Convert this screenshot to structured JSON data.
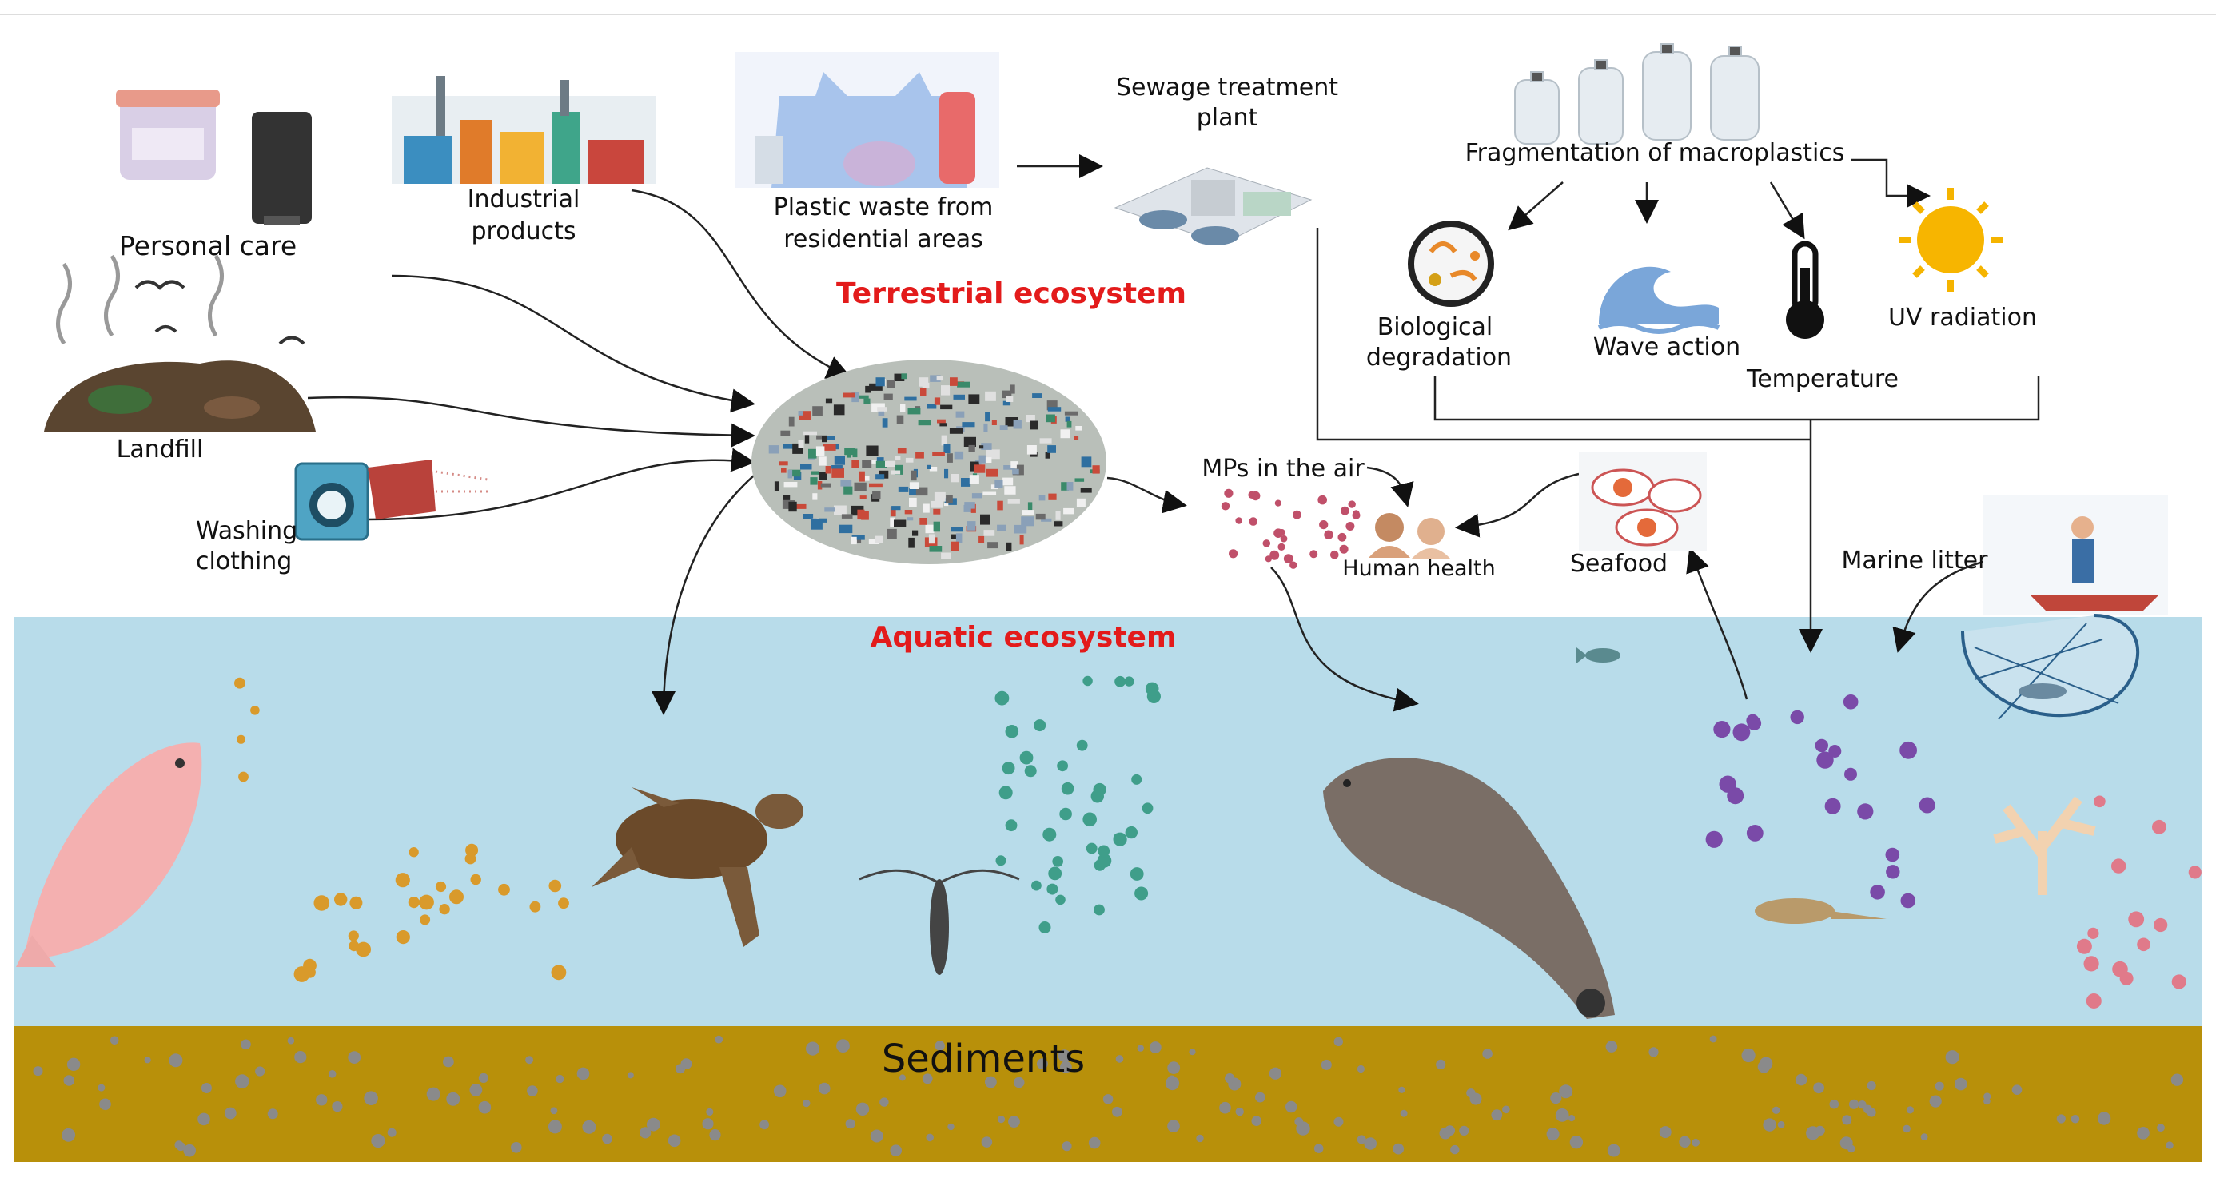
{
  "labels": {
    "personal_care": "Personal care",
    "industrial": "Industrial\nproducts",
    "industrial_l1": "Industrial",
    "industrial_l2": "products",
    "plastic_waste_l1": "Plastic waste from",
    "plastic_waste_l2": "residential areas",
    "sewage_l1": "Sewage treatment",
    "sewage_l2": "plant",
    "fragmentation": "Fragmentation of macroplastics",
    "bio_l1": "Biological",
    "bio_l2": "degradation",
    "wave": "Wave action",
    "temperature": "Temperature",
    "uv": "UV radiation",
    "landfill": "Landfill",
    "washing_l1": "Washing",
    "washing_l2": "clothing",
    "terrestrial": "Terrestrial ecosystem",
    "mps_air": "MPs in the air",
    "human_health": "Human health",
    "seafood": "Seafood",
    "marine_litter": "Marine litter",
    "aquatic": "Aquatic ecosystem",
    "sediments": "Sediments"
  },
  "colors": {
    "water": "#b8dcea",
    "sediment": "#b8900a",
    "accent_red": "#e31b1b",
    "particle_orange": "#d99a2b",
    "particle_teal": "#3f9e8a",
    "particle_purple": "#7a4aa8",
    "particle_pink": "#e07a8a",
    "pebble": "#8a8a8a"
  },
  "icons": [
    "cosmetic-jar-icon",
    "face-wash-tube-icon",
    "factory-icon",
    "plastic-bag-icon",
    "sewage-plant-icon",
    "plastic-bottles-icon",
    "petri-dish-icon",
    "wave-icon",
    "thermometer-icon",
    "sun-icon",
    "landfill-icon",
    "washing-machine-icon",
    "microplastic-pile-icon",
    "people-icon",
    "seafood-plate-icon",
    "fisherman-net-icon",
    "fish-icon",
    "turtle-icon",
    "zooplankton-icon",
    "manatee-icon",
    "coral-icon",
    "tadpole-icon",
    "small-fish-icon"
  ]
}
